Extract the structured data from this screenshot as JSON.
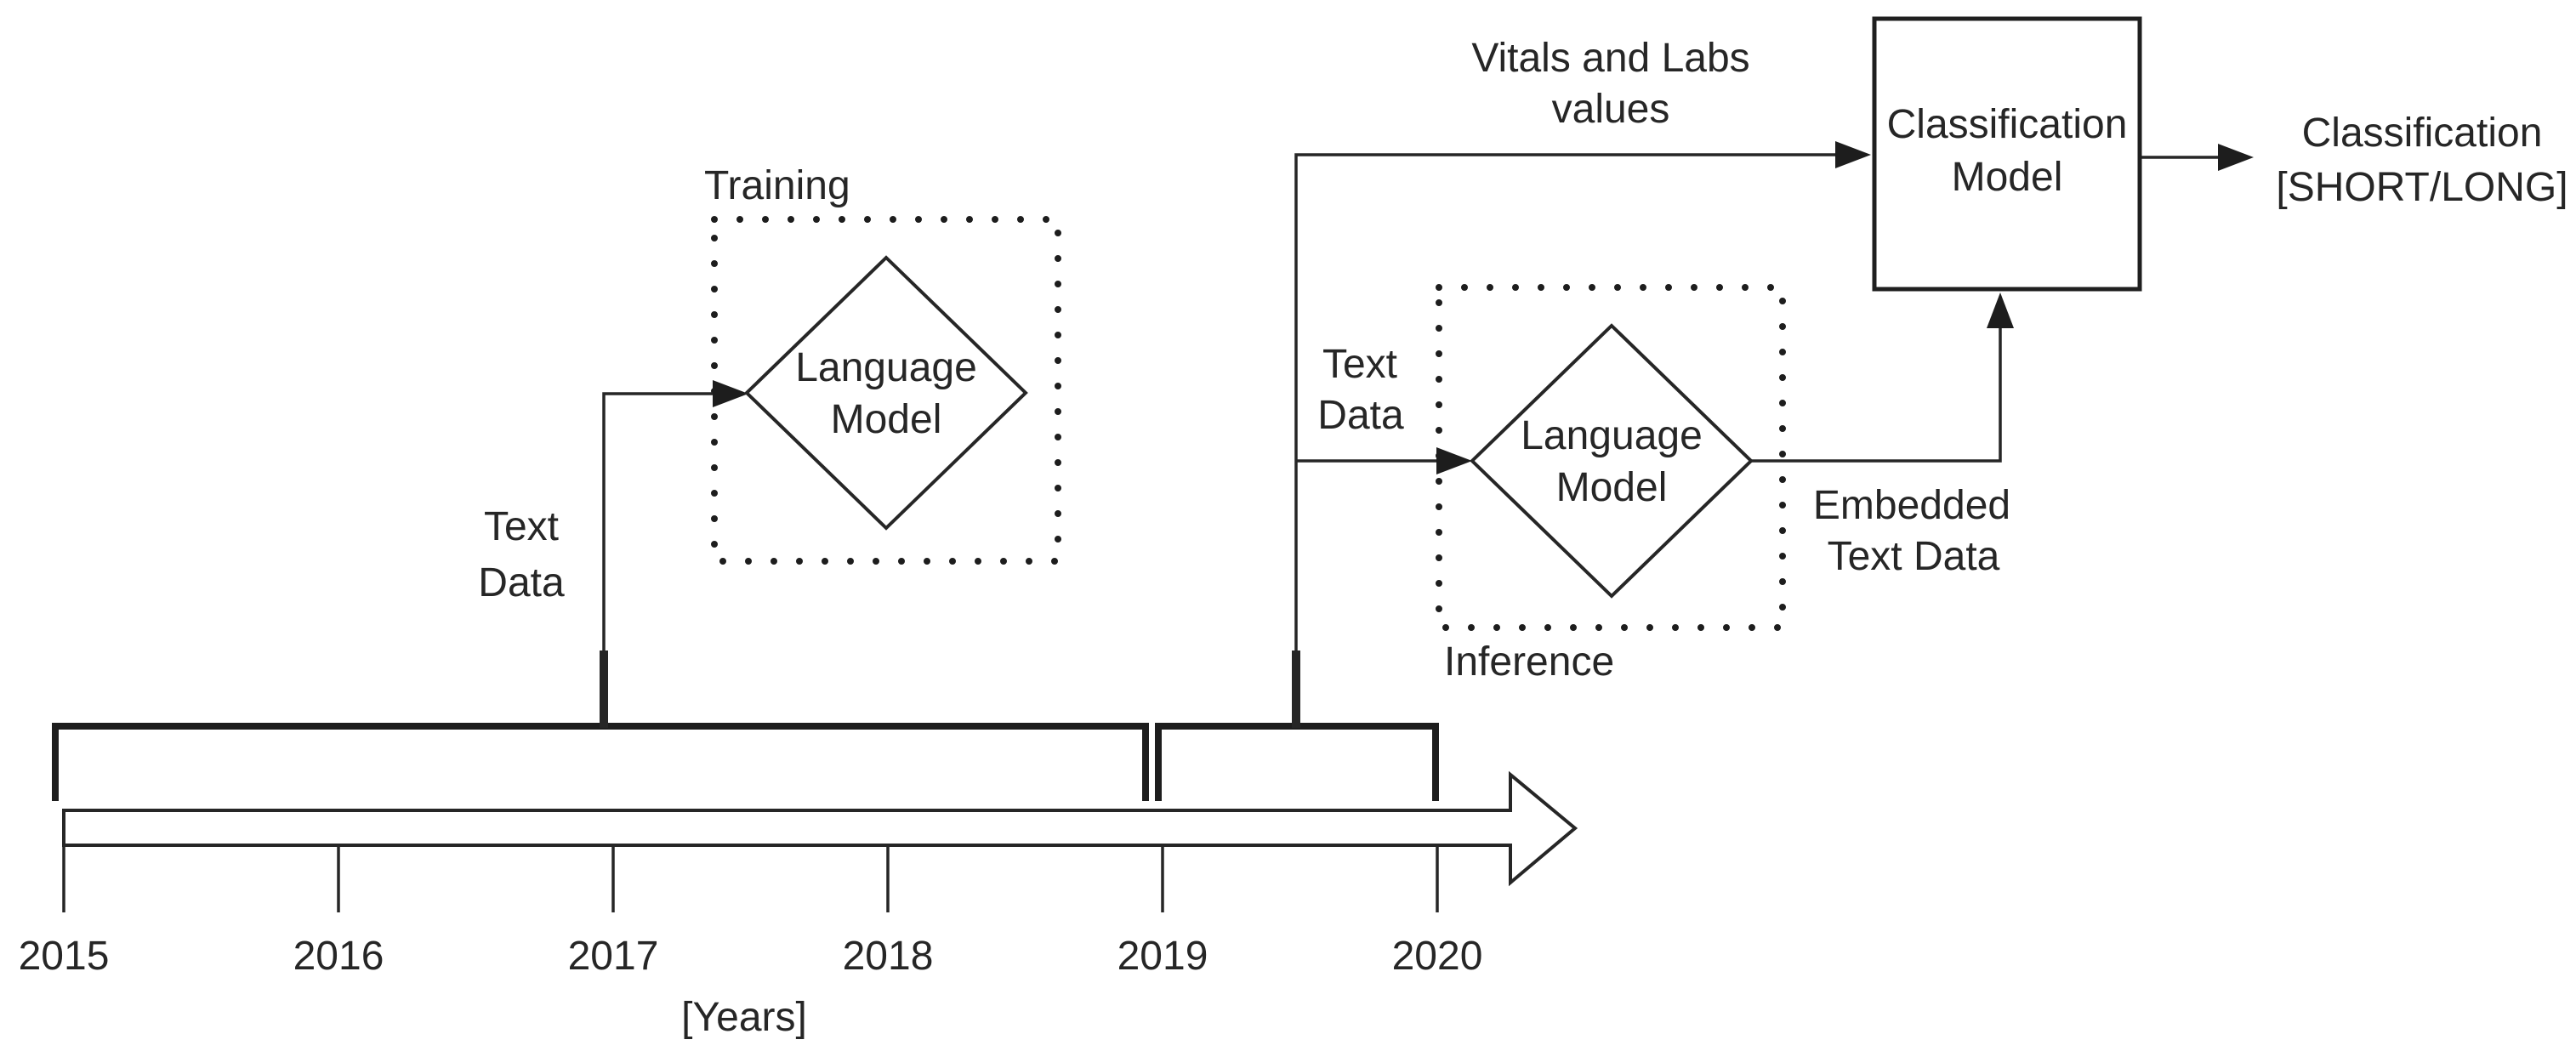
{
  "nodes": {
    "training": {
      "label": "Training",
      "diamond": [
        "Language",
        "Model"
      ]
    },
    "inference": {
      "label": "Inference",
      "diamond": [
        "Language",
        "Model"
      ]
    },
    "classifier": {
      "lines": [
        "Classification",
        "Model"
      ]
    }
  },
  "edges": {
    "training_input": [
      "Text",
      "Data"
    ],
    "inference_input": [
      "Text",
      "Data"
    ],
    "vitals": [
      "Vitals and Labs",
      "values"
    ],
    "embedded": [
      "Embedded",
      "Text Data"
    ],
    "output": [
      "Classification",
      "[SHORT/LONG]"
    ]
  },
  "timeline": {
    "years": [
      "2015",
      "2016",
      "2017",
      "2018",
      "2019",
      "2020"
    ],
    "axis_label": "[Years]",
    "spans": [
      {
        "from": "2015",
        "to": "2019",
        "feeds": "training"
      },
      {
        "from": "2019",
        "to": "2020",
        "feeds": "inference"
      }
    ]
  },
  "colors": {
    "ink": "#262626",
    "background": "#ffffff"
  }
}
